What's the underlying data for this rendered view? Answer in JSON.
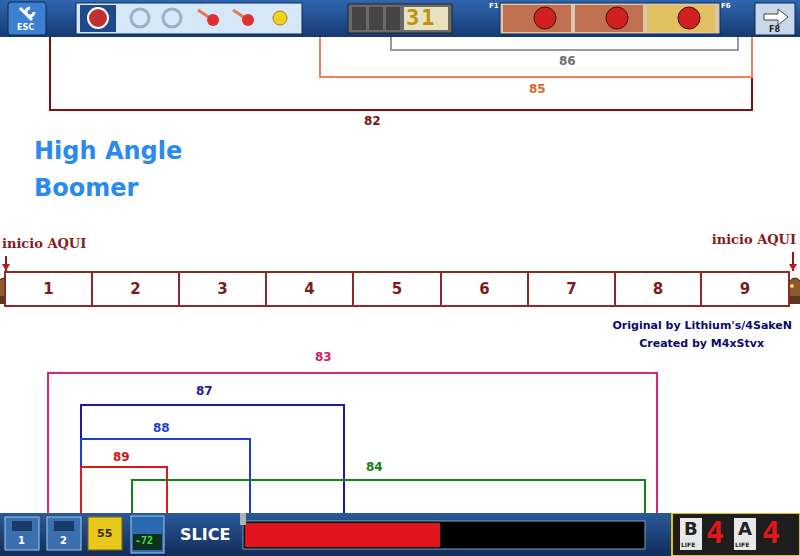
{
  "diagram": {
    "title": "High Angle Boomer",
    "nodes": [
      {
        "text": [
          "82"
        ]
      },
      {
        "text": [
          "85"
        ],
        "in": 0
      },
      {
        "text": [
          "86"
        ],
        "in": 1
      },
      {
        "text": [
          "1"
        ]
      },
      {
        "text": [
          "2"
        ]
      },
      {
        "text": [
          "3"
        ]
      },
      {
        "text": [
          "4"
        ]
      },
      {
        "text": [
          "5"
        ]
      },
      {
        "text": [
          "6"
        ]
      },
      {
        "text": [
          "7"
        ]
      },
      {
        "text": [
          "8"
        ]
      },
      {
        "text": [
          "9"
        ]
      },
      {
        "text": [
          "83"
        ]
      },
      {
        "text": [
          "87"
        ],
        "in": 12
      },
      {
        "text": [
          "88"
        ],
        "in": 13
      },
      {
        "text": [
          "89"
        ],
        "in": 14
      },
      {
        "text": [
          "84"
        ],
        "in": 12
      }
    ],
    "labels": [
      "ESC",
      "31",
      "F1",
      "F6",
      "F8",
      "inicio AQUI",
      "inicio AQUI",
      "Original by Lithium's/4SakeN",
      "Created by M4xStvx",
      "1",
      "2",
      "55",
      "-72",
      "SLICE",
      "B",
      "LIFE",
      "4",
      "A",
      "LIFE",
      "4"
    ]
  }
}
